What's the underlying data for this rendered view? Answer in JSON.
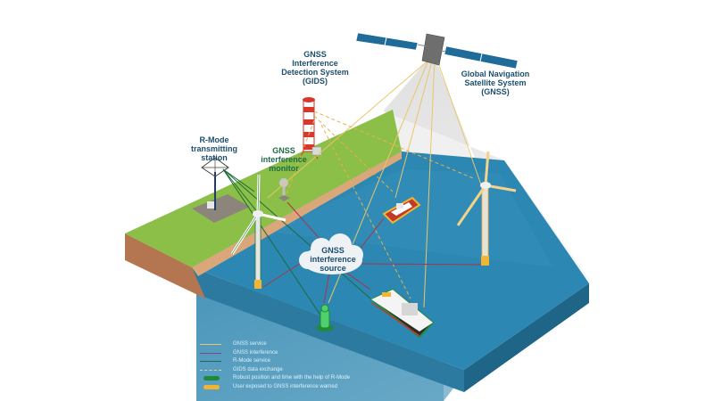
{
  "diagram": {
    "labels": {
      "gids": "GNSS\nInterference\nDetection System\n(GIDS)",
      "gnss": "Global Navigation\nSatellite System\n(GNSS)",
      "rmode_station": "R-Mode\ntransmitting\nstation",
      "interference_monitor": "GNSS\ninterference\nmonitor",
      "interference_source": "GNSS\ninterference\nsource"
    },
    "legend": [
      {
        "label": "GNSS service",
        "style": "line",
        "color": "#e8c66a"
      },
      {
        "label": "GNSS interference",
        "style": "line",
        "color": "#7a4a8c"
      },
      {
        "label": "R-Mode service",
        "style": "line",
        "color": "#1b6a5a"
      },
      {
        "label": "GIDS data exchange",
        "style": "dashed",
        "color": "#d9d2b0"
      },
      {
        "label": "Robust position and time with the help of R-Mode",
        "style": "pill",
        "color": "#1e8a3a"
      },
      {
        "label": "User exposed to GNSS interference warned",
        "style": "pill",
        "color": "#f2b531"
      }
    ],
    "colors": {
      "land_top": "#8dc04a",
      "land_side": "#b67a50",
      "water_top": "#2e86b0",
      "water_side": "#236e93",
      "gnss_service": "#e8c66a",
      "gnss_interference": "#a8344a",
      "rmode_service": "#1b6a3a",
      "gids_exchange": "#e9b04a",
      "satellite_panel": "#1f6b9a"
    }
  }
}
